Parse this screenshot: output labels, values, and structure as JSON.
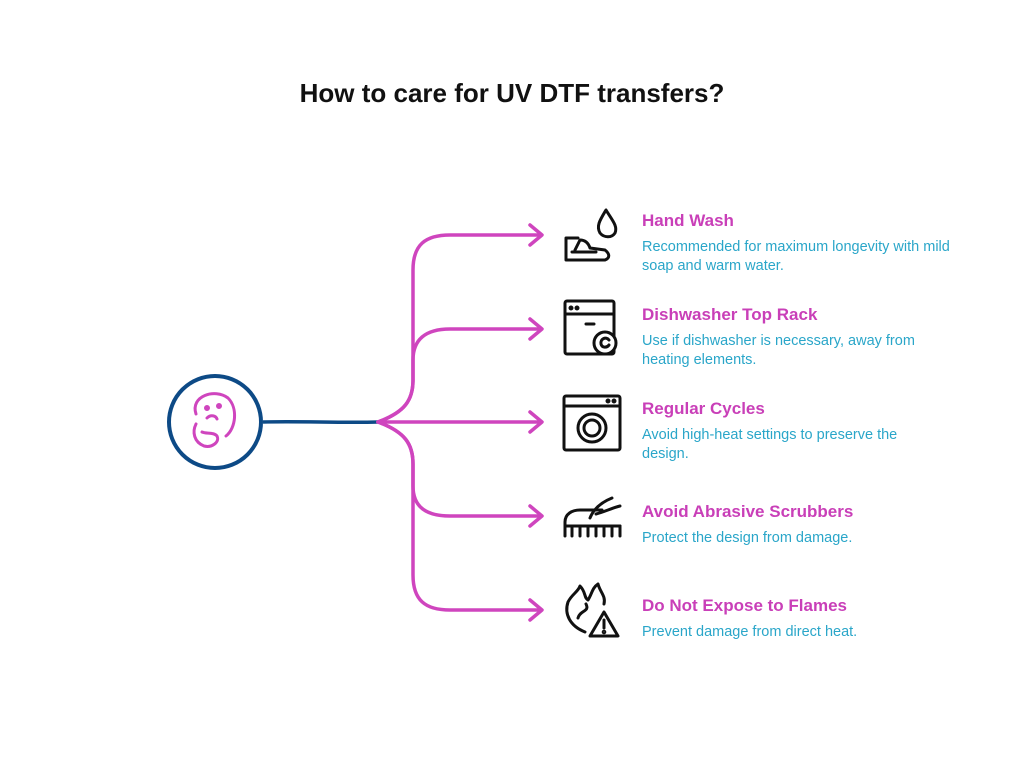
{
  "title": "How to care for UV DTF transfers?",
  "colors": {
    "hub": "#0d4a86",
    "branch": "#cf45be",
    "heading": "#c93fb8",
    "description": "#2aa6c9"
  },
  "center_icon": "thinking-face-icon",
  "items": [
    {
      "heading": "Hand Wash",
      "description": "Recommended for maximum longevity with mild soap and warm water.",
      "icon": "hand-wash-icon"
    },
    {
      "heading": "Dishwasher Top Rack",
      "description": "Use if dishwasher is necessary, away from heating elements.",
      "icon": "dishwasher-icon"
    },
    {
      "heading": "Regular Cycles",
      "description": "Avoid high-heat settings to preserve the design.",
      "icon": "washing-machine-icon"
    },
    {
      "heading": "Avoid Abrasive Scrubbers",
      "description": "Protect the design from damage.",
      "icon": "scrub-brush-icon"
    },
    {
      "heading": "Do Not Expose to Flames",
      "description": "Prevent damage from direct heat.",
      "icon": "fire-warning-icon"
    }
  ]
}
